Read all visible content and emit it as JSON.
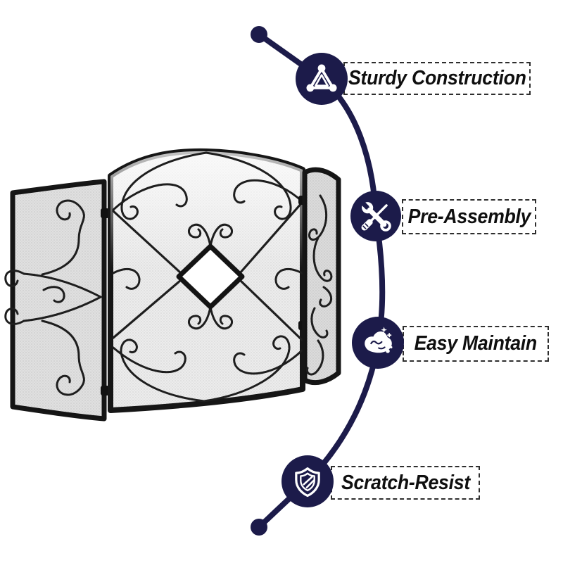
{
  "page": {
    "background": "#ffffff",
    "description": "Product feature infographic of a 3-panel fireplace screen"
  },
  "colors": {
    "navy": "#1c1b4a",
    "label-text": "#0f0f0f",
    "box-border": "#2e2e2e",
    "frame-black": "#161616",
    "mesh-gray": "#ececec",
    "scroll-black": "#1e1e1e"
  },
  "illustration": {
    "name": "fireplace-screen",
    "alt": "Three-panel black wrought-iron mesh fireplace screen with scrollwork and a white diamond center cutout"
  },
  "features": [
    {
      "label": "Sturdy Construction",
      "icon": "tripod-structure-icon"
    },
    {
      "label": "Pre-Assembly",
      "icon": "wrench-screwdriver-icon"
    },
    {
      "label": "Easy Maintain",
      "icon": "wiping-hand-icon"
    },
    {
      "label": "Scratch-Resist",
      "icon": "shield-icon"
    }
  ]
}
